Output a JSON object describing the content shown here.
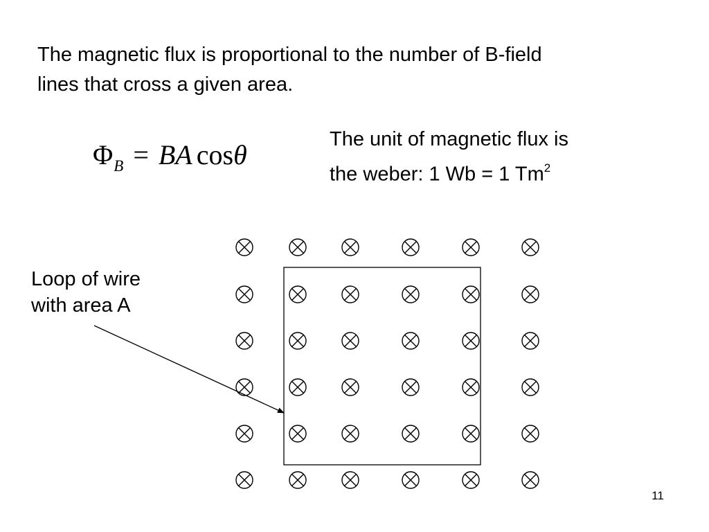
{
  "slide": {
    "intro_line1": "The magnetic flux is proportional to the number of B-field",
    "intro_line2": "lines that cross a given area.",
    "formula": {
      "phi": "Φ",
      "subscript": "B",
      "equals": "=",
      "BA": "BA",
      "cos": "cos",
      "theta": "θ"
    },
    "unit_note_line1": "The unit of magnetic flux is",
    "unit_note_line2_prefix": "the weber: 1 Wb = 1 Tm",
    "unit_note_superscript": "2",
    "loop_label_line1": "Loop of wire",
    "loop_label_line2": "with area A",
    "page_number": "11"
  },
  "field_grid": {
    "rows": 6,
    "columns": 6,
    "symbol": "field-into-page-icon"
  }
}
